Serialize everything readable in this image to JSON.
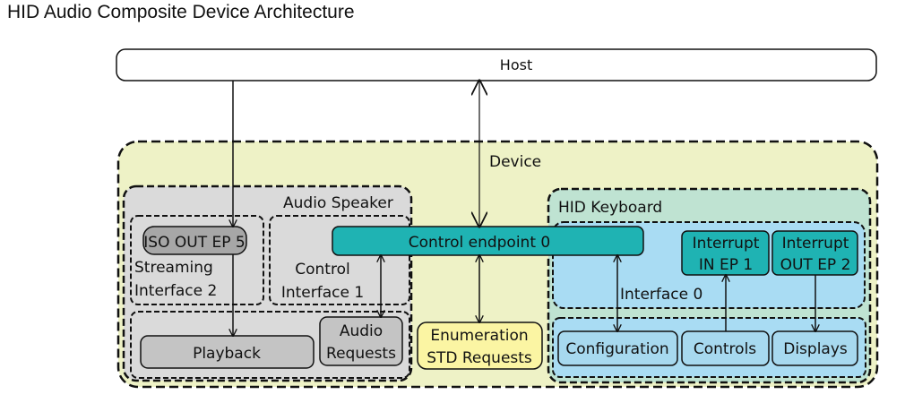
{
  "title": "HID Audio Composite Device Architecture",
  "host": {
    "label": "Host"
  },
  "device": {
    "label": "Device"
  },
  "audio_speaker": {
    "label": "Audio Speaker",
    "iso_out_ep": "ISO OUT EP 5",
    "streaming_interface": [
      "Streaming",
      "Interface 2"
    ],
    "control_interface": [
      "Control",
      "Interface 1"
    ],
    "playback": "Playback",
    "audio_requests": [
      "Audio",
      "Requests"
    ]
  },
  "control_endpoint": {
    "label": "Control endpoint 0"
  },
  "enumeration": {
    "lines": [
      "Enumeration",
      "STD Requests"
    ]
  },
  "hid_keyboard": {
    "label": "HID Keyboard",
    "interrupt_in": [
      "Interrupt",
      "IN EP 1"
    ],
    "interrupt_out": [
      "Interrupt",
      "OUT EP 2"
    ],
    "interface_label": "Interface 0",
    "configuration": "Configuration",
    "controls": "Controls",
    "displays": "Displays"
  },
  "colors": {
    "device_bg": "#eef2c6",
    "audio_bg": "#dadada",
    "box_gray": "#c4c4c4",
    "iso_gray": "#a7a7a7",
    "teal": "#1fb3b3",
    "hid_bg": "#bfe3d2",
    "hid_light_blue": "#a9dcf3",
    "hid_box": "#a7d9ef",
    "yellow": "#fbf5a3"
  }
}
